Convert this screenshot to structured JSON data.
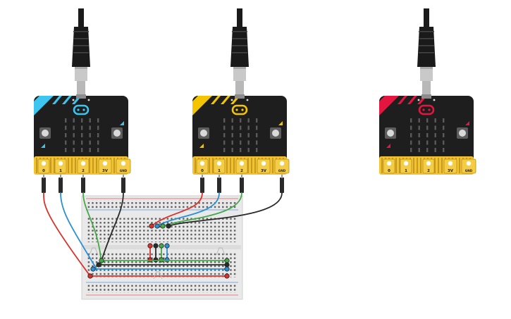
{
  "microbits": [
    {
      "accent": "#3dc5ef",
      "pins": [
        {
          "label": "0",
          "wire": "#d9312b"
        },
        {
          "label": "1",
          "wire": "#2b8fd3"
        },
        {
          "label": "2",
          "wire": "#47a84a"
        },
        {
          "label": "3V",
          "wire": null
        },
        {
          "label": "GND",
          "wire": "#2a2a2a"
        }
      ]
    },
    {
      "accent": "#f4c400",
      "pins": [
        {
          "label": "0",
          "wire": "#d9312b"
        },
        {
          "label": "1",
          "wire": "#2b8fd3"
        },
        {
          "label": "2",
          "wire": "#47a84a"
        },
        {
          "label": "3V",
          "wire": null
        },
        {
          "label": "GND",
          "wire": "#2a2a2a"
        }
      ]
    },
    {
      "accent": "#e3163f",
      "pins": [
        {
          "label": "0",
          "wire": null
        },
        {
          "label": "1",
          "wire": null
        },
        {
          "label": "2",
          "wire": null
        },
        {
          "label": "3V",
          "wire": null
        },
        {
          "label": "GND",
          "wire": null
        }
      ]
    }
  ],
  "colors": {
    "board": "#1e1e1e",
    "edge_gold": "#f2c233",
    "led": "#5a5a5a",
    "cable": "#1a1a1a",
    "connector": "#c9c9c9",
    "breadboard": "#e9e9e9",
    "rail_red": "#e05a5a",
    "rail_blue": "#5a8fd9"
  }
}
